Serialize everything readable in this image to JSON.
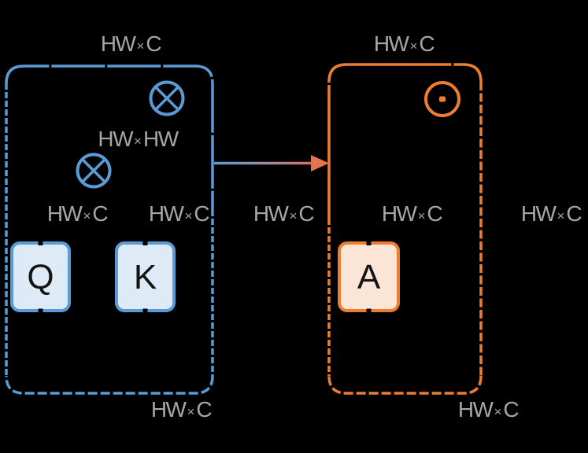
{
  "figure": {
    "background": "#000000",
    "colors": {
      "blue": "#5b9bd5",
      "orange": "#ed7d31",
      "light_blue_fill": "#deebf7",
      "light_orange_fill": "#fbe5d6",
      "label_gray": "#a6a6a6",
      "letter_black": "#141414",
      "arrow_gradient_start": "#5b9bd5",
      "arrow_gradient_mid": "#a388a4",
      "arrow_gradient_end": "#dd6b52",
      "arrow_head": "#e4734e",
      "notch_black": "#000000"
    },
    "left_block": {
      "top_dim": "HW×C",
      "product_dim": "HW×HW",
      "query_dim": "HW×C",
      "key_dim": "HW×C",
      "bottom_dim": "HW×C",
      "query_label": "Q",
      "key_label": "K",
      "matmul_icon": "circled-times-icon"
    },
    "between_dim": "HW×C",
    "right_block": {
      "top_dim": "HW×C",
      "attention_dim": "HW×C",
      "bottom_dim": "HW×C",
      "attention_label": "A",
      "hadamard_icon": "circled-dot-icon"
    },
    "right_outer_dim": "HW×C"
  }
}
